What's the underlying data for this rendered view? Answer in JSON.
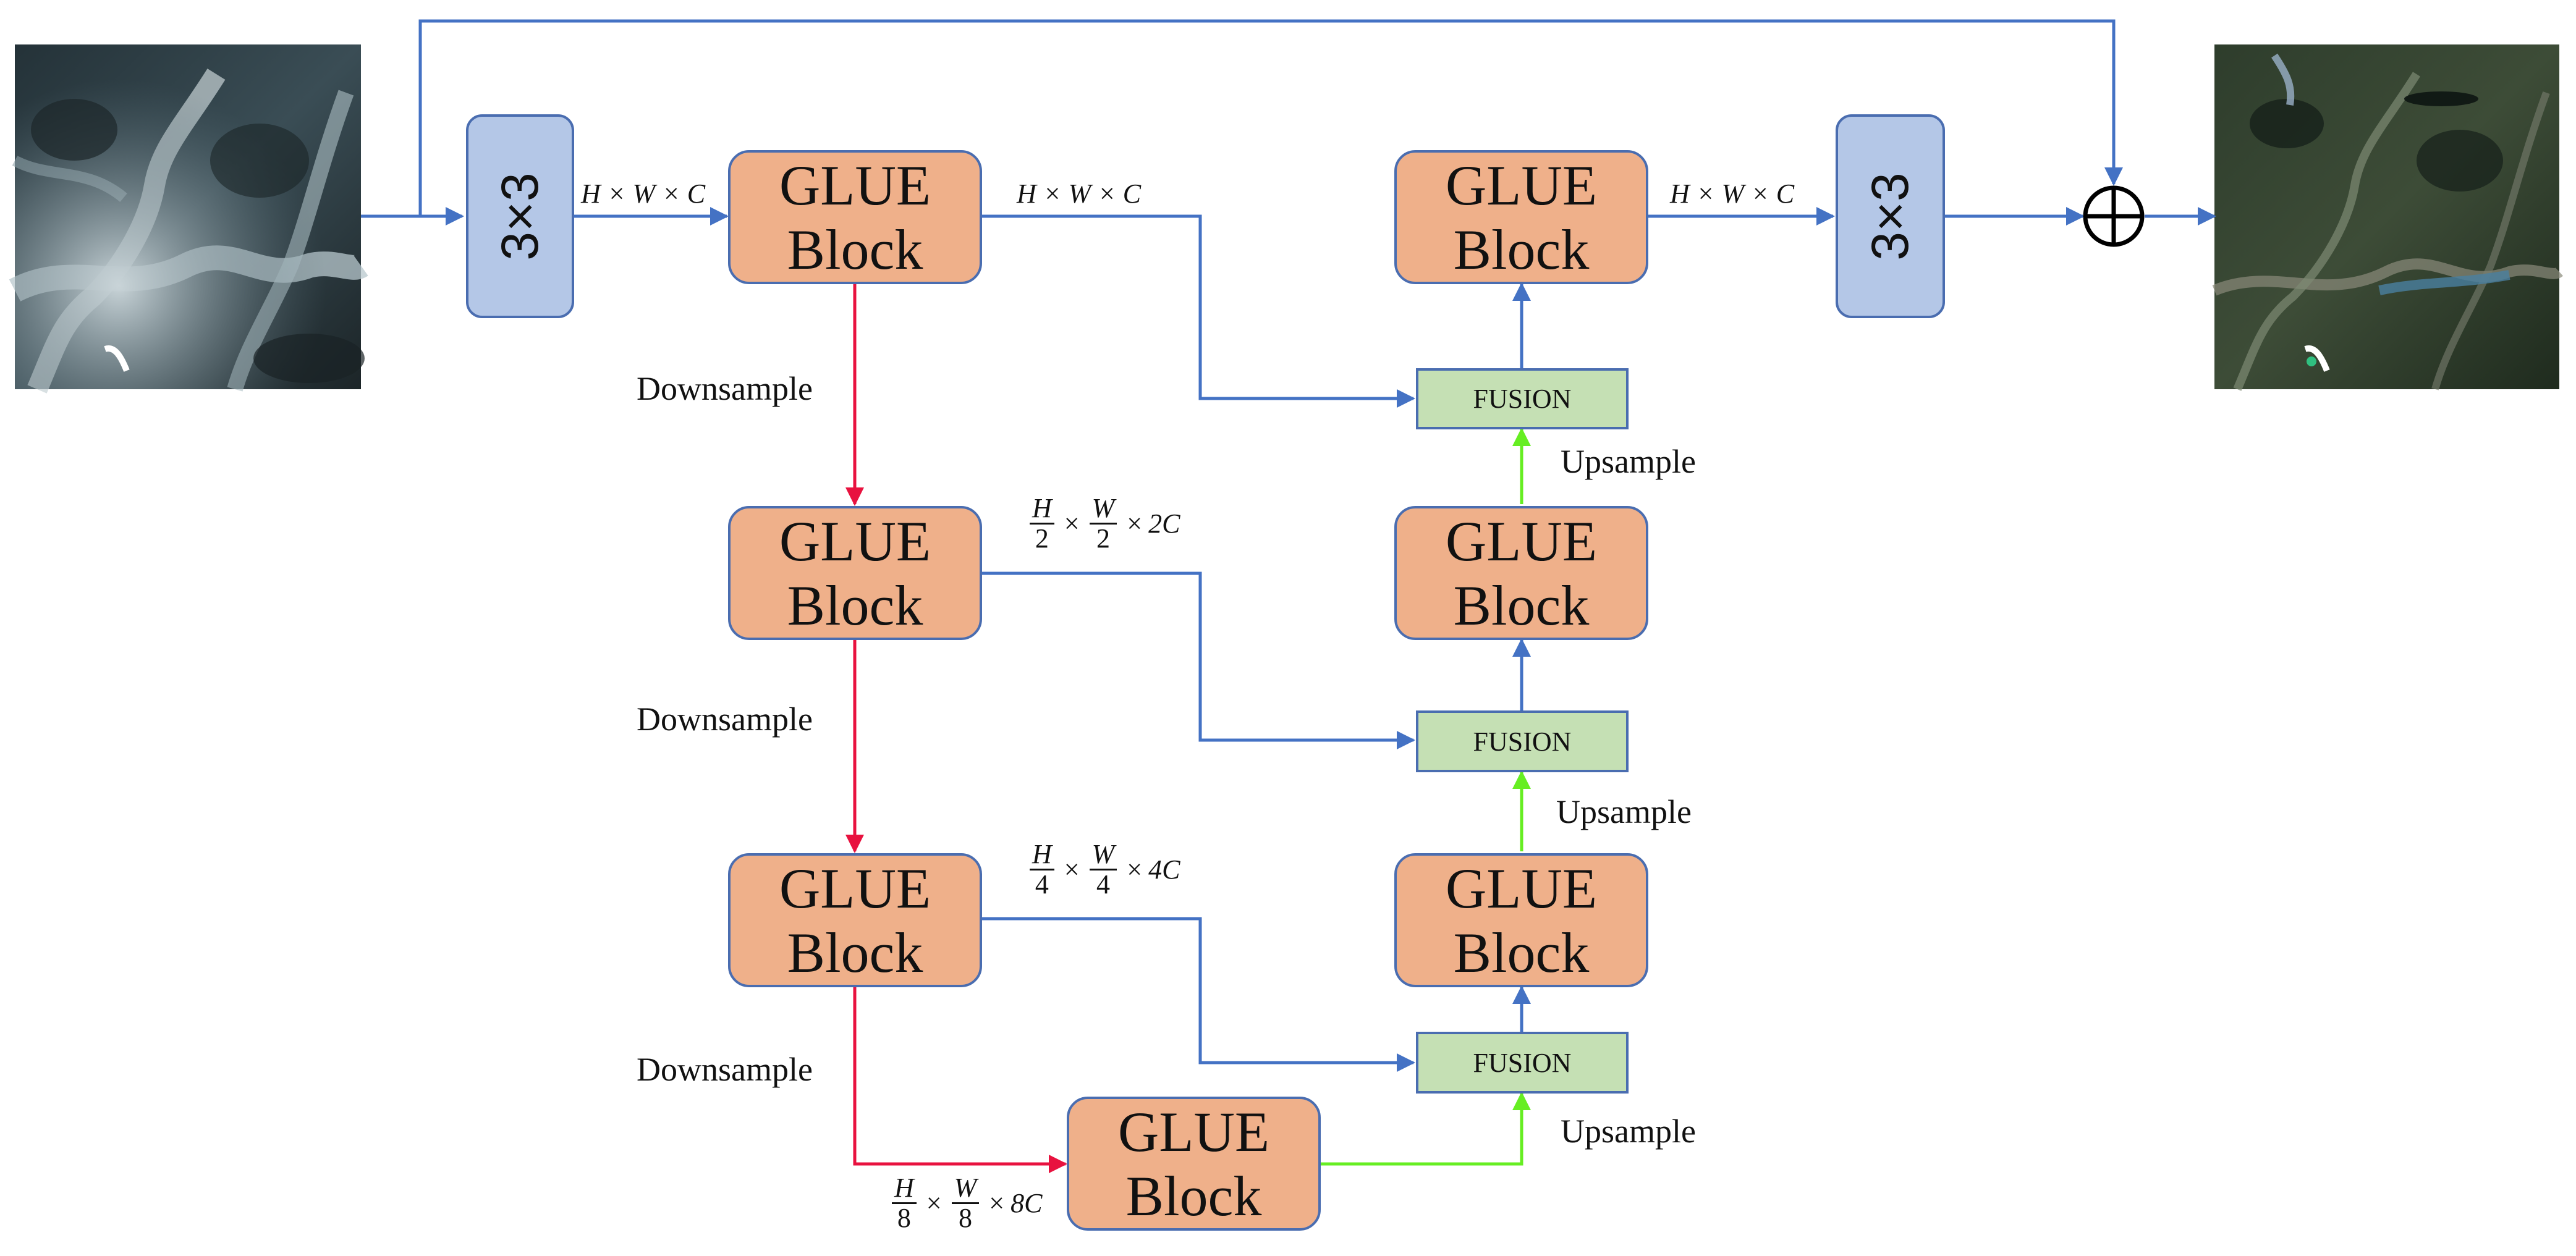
{
  "colors": {
    "blue_line": "#4472C4",
    "red_line": "#E8123F",
    "green_line": "#66EE22",
    "glue_fill": "#EFB08A",
    "conv_fill": "#B4C7E7",
    "fusion_fill": "#C5E0B4",
    "border": "#4A6DB0"
  },
  "blocks": {
    "glue_line1": "GLUE",
    "glue_line2": "Block",
    "conv_label": "3×3",
    "fusion_label": "FUSION"
  },
  "labels": {
    "downsample": "Downsample",
    "upsample": "Upsample"
  },
  "dims": {
    "hwc": "H × W × C",
    "times": "×",
    "H": "H",
    "W": "W",
    "d2": "2",
    "d4": "4",
    "d8": "8",
    "c2": "2C",
    "c4": "4C",
    "c8": "8C"
  },
  "images": {
    "input": "input-satellite-image",
    "output": "output-satellite-image"
  }
}
